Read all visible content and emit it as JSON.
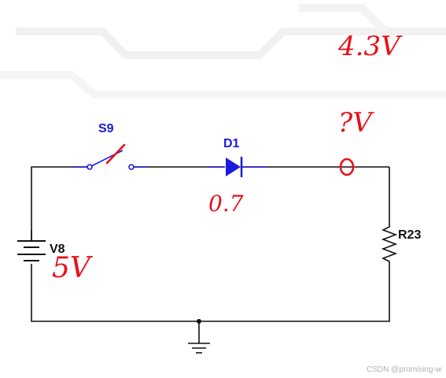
{
  "components": {
    "switch": {
      "label": "S9"
    },
    "diode": {
      "label": "D1"
    },
    "source": {
      "label": "V8"
    },
    "resistor": {
      "label": "R23"
    }
  },
  "annotations": {
    "top_right_voltage": "4.3V",
    "node_voltage": "?V",
    "diode_drop": "0.7",
    "source_voltage": "5V"
  },
  "watermark": {
    "text": "CSDN @promising-w"
  },
  "colors": {
    "wire": "#111111",
    "component_blue": "#1a1adc",
    "annotation_red": "#e8101a",
    "watermark": "#b0b0b0"
  }
}
